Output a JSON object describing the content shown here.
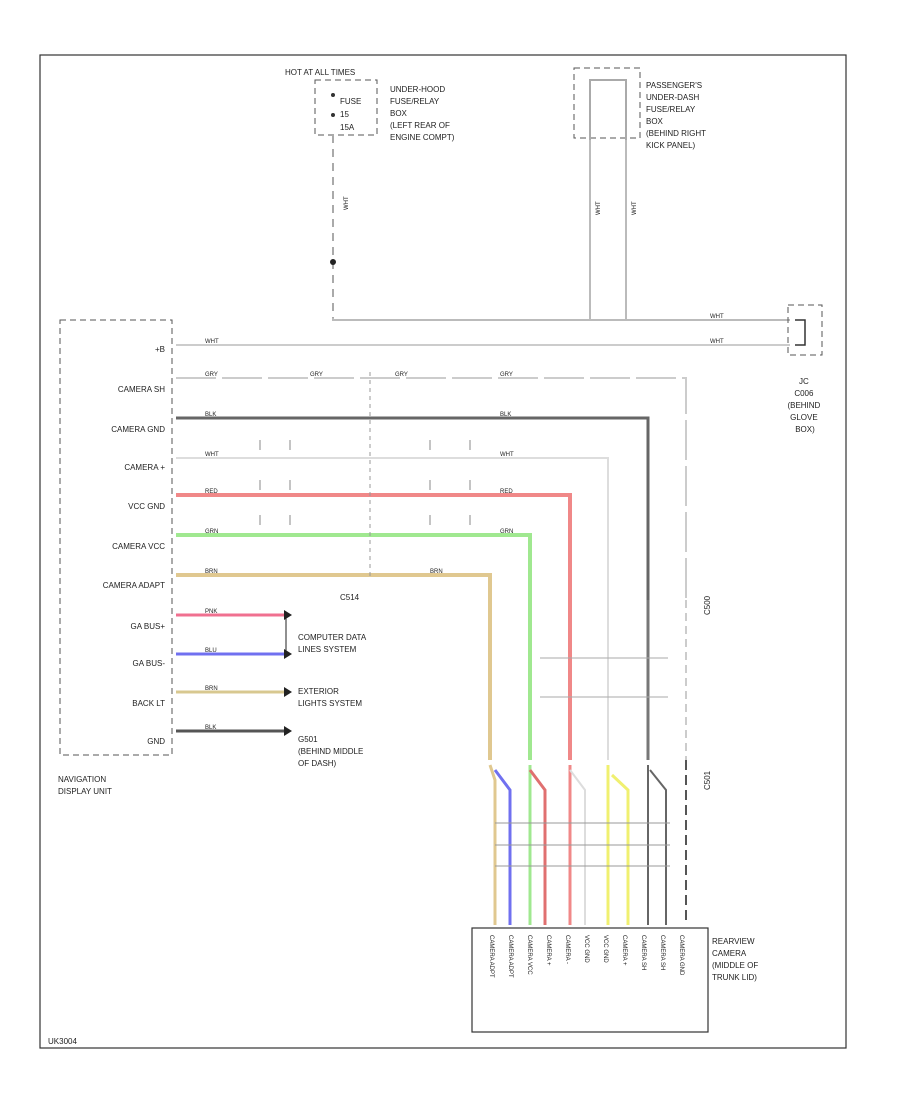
{
  "title_hot": "HOT AT ALL TIMES",
  "fuse_box": {
    "fuse_label": "FUSE",
    "fuse_num": "15",
    "fuse_amp": "15A",
    "caption": [
      "UNDER-HOOD",
      "FUSE/RELAY",
      "BOX",
      "(LEFT REAR OF",
      "ENGINE COMPT)"
    ]
  },
  "dash_fuse_box": {
    "caption": [
      "PASSENGER'S",
      "UNDER-DASH",
      "FUSE/RELAY",
      "BOX",
      "(BEHIND RIGHT",
      "KICK PANEL)"
    ]
  },
  "acc_connector": {
    "caption": [
      "JC",
      "C006",
      "(BEHIND",
      "GLOVE",
      "BOX)"
    ]
  },
  "nav_unit": {
    "pins": [
      "+B",
      "CAMERA SH",
      "CAMERA GND",
      "CAMERA +",
      "VCC GND",
      "CAMERA VCC",
      "CAMERA ADAPT",
      "GA BUS+",
      "GA BUS-",
      "BACK LT",
      "GND"
    ],
    "caption": [
      "NAVIGATION",
      "DISPLAY UNIT"
    ]
  },
  "wire_labels": {
    "plus_b": "WHT",
    "sh": "GRY",
    "gnd": "BLK",
    "plus": "WHT",
    "vcc_gnd": "RED",
    "vcc": "GRN",
    "adapt": "BRN",
    "busp": "PNK",
    "busn": "BLU",
    "backlt": "BRN",
    "ground": "BLK"
  },
  "connector_mid": "C514",
  "connector_c500": "C500",
  "connector_c501": "C501",
  "references": {
    "data_lines": [
      "COMPUTER DATA",
      "LINES SYSTEM"
    ],
    "ext_lights": [
      "EXTERIOR",
      "LIGHTS SYSTEM"
    ],
    "ground": [
      "G501",
      "(BEHIND MIDDLE",
      "OF DASH)"
    ]
  },
  "camera": {
    "pins": [
      "CAMERA ADPT",
      "CAMERA ADPT",
      "CAMERA VCC",
      "CAMERA +",
      "CAMERA -",
      "VCC GND",
      "VCC GND",
      "CAMERA +",
      "CAMERA SH",
      "CAMERA SH",
      "CAMERA GND"
    ],
    "caption": [
      "REARVIEW",
      "CAMERA",
      "(MIDDLE OF",
      "TRUNK LID)"
    ]
  },
  "footer_code": "UK3004"
}
